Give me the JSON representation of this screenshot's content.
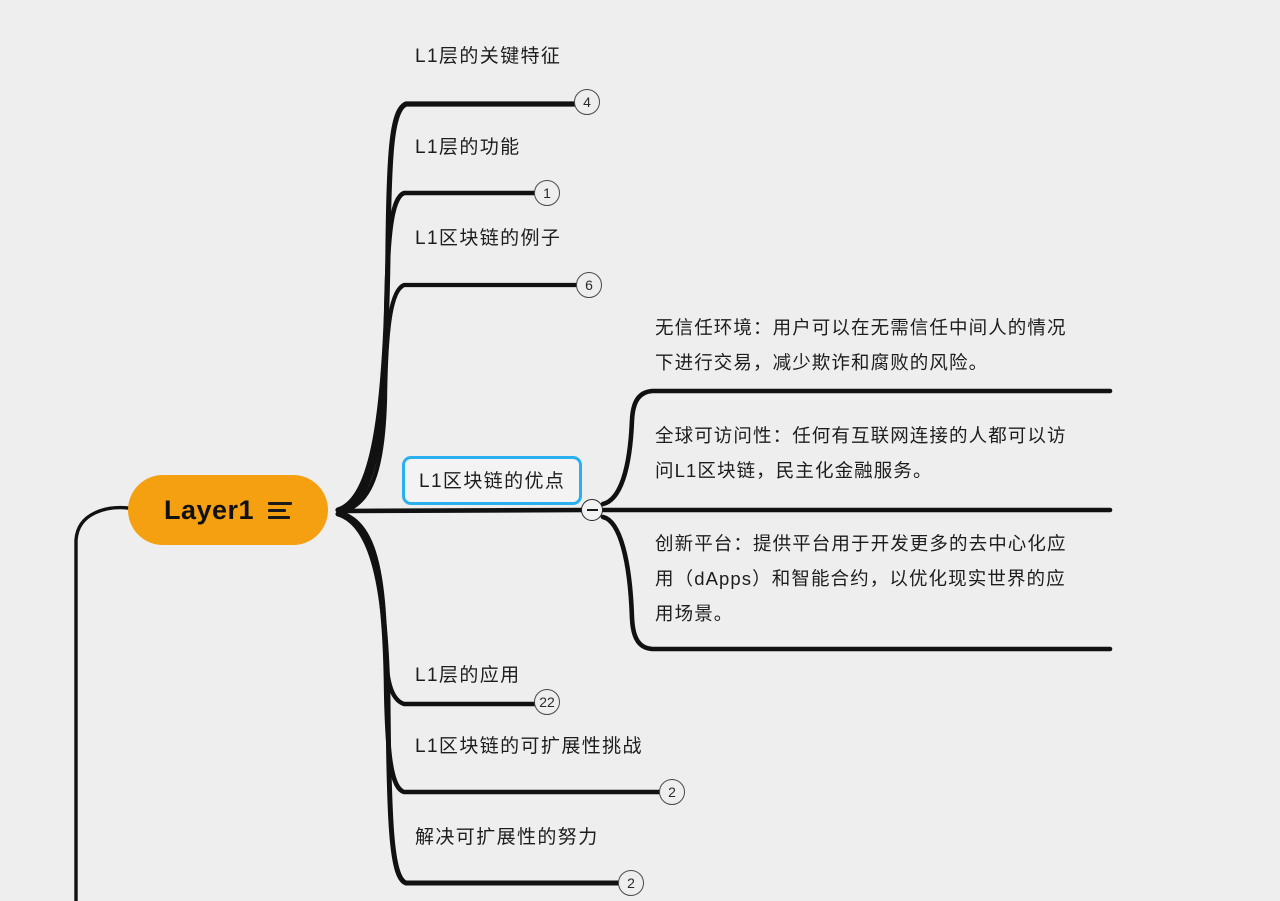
{
  "canvas": {
    "background": "#eeeeee",
    "stroke_color": "#111111",
    "accent_selected": "#2ab0ef",
    "accent_root": "#f5a011"
  },
  "root": {
    "label": "Layer1",
    "icon": "note-lines-icon"
  },
  "branches": [
    {
      "label": "L1层的关键特征",
      "count": "4"
    },
    {
      "label": "L1层的功能",
      "count": "1"
    },
    {
      "label": "L1区块链的例子",
      "count": "6"
    },
    {
      "label": "L1区块链的优点",
      "count": "",
      "selected": true,
      "toggle": "minus-icon"
    },
    {
      "label": "L1层的应用",
      "count": "22"
    },
    {
      "label": "L1区块链的可扩展性挑战",
      "count": "2"
    },
    {
      "label": "解决可扩展性的努力",
      "count": "2"
    }
  ],
  "details": [
    {
      "lines": [
        "无信任环境：用户可以在无需信任中间人的情况",
        "下进行交易，减少欺诈和腐败的风险。"
      ]
    },
    {
      "lines": [
        "全球可访问性：任何有互联网连接的人都可以访",
        "问L1区块链，民主化金融服务。"
      ]
    },
    {
      "lines": [
        "创新平台：提供平台用于开发更多的去中心化应",
        "用（dApps）和智能合约，以优化现实世界的应",
        "用场景。"
      ]
    }
  ]
}
